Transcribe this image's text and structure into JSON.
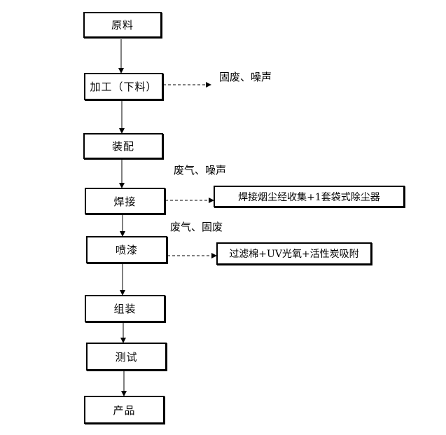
{
  "steps": {
    "raw_material": "原料",
    "processing": "加工（下料）",
    "assembly_fit": "装配",
    "welding": "焊接",
    "painting": "喷漆",
    "assembly": "组装",
    "testing": "测试",
    "product": "产品"
  },
  "emissions": {
    "processing": "固废、噪声",
    "assembly_fit": "废气、噪声",
    "welding": "废气、固废"
  },
  "treatment": {
    "welding": "焊接烟尘经收集+1套袋式除尘器",
    "painting": "过滤棉+UV光氧+活性炭吸附"
  }
}
